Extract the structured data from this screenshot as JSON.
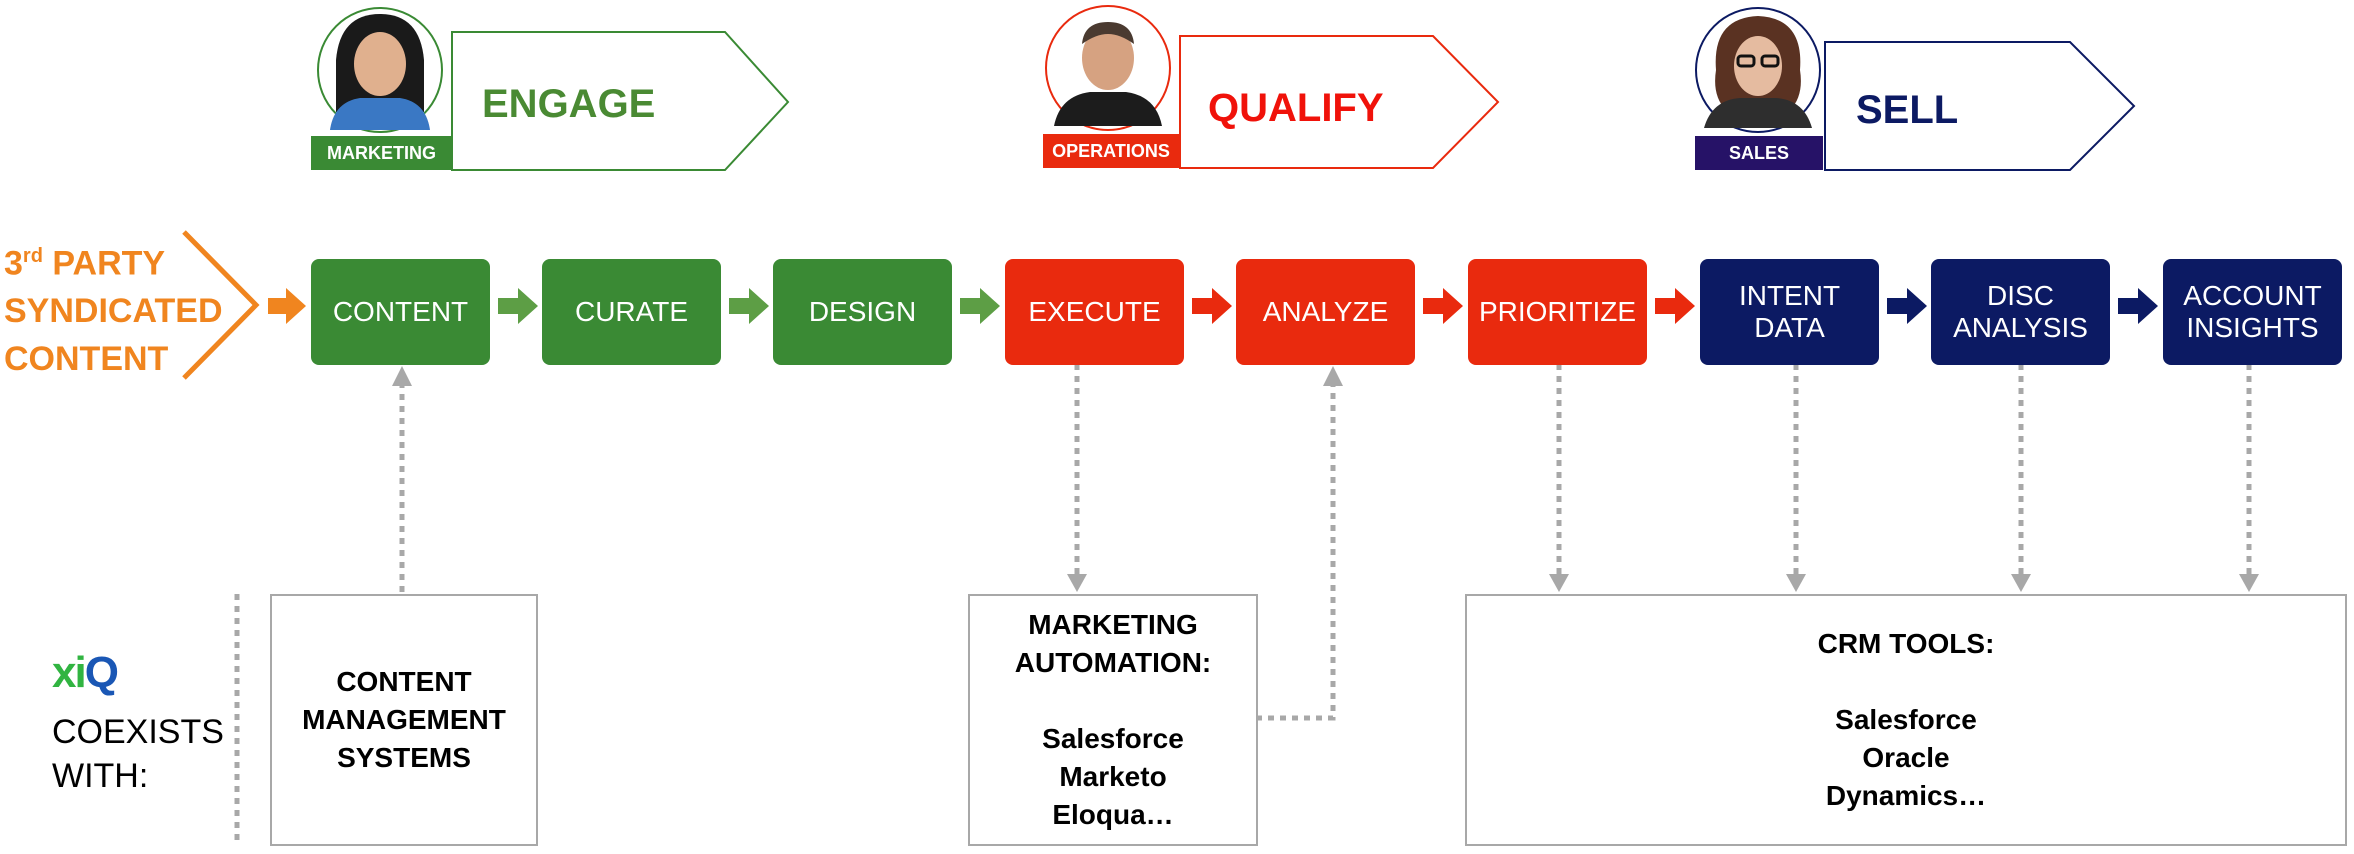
{
  "colors": {
    "engage": "#3a8a34",
    "qualify": "#e92a0e",
    "sell": "#0c1a63",
    "source": "#f0851f",
    "connector": "#a8a8a8"
  },
  "source": {
    "line1_prefix": "3",
    "line1_sup": "rd",
    "line1_suffix": " PARTY",
    "line2": "SYNDICATED",
    "line3": "CONTENT"
  },
  "stages": {
    "engage": {
      "title": "ENGAGE",
      "role": "MARKETING"
    },
    "qualify": {
      "title": "QUALIFY",
      "role": "OPERATIONS"
    },
    "sell": {
      "title": "SELL",
      "role": "SALES"
    }
  },
  "steps": [
    {
      "label": "CONTENT"
    },
    {
      "label": "CURATE"
    },
    {
      "label": "DESIGN"
    },
    {
      "label": "EXECUTE"
    },
    {
      "label": "ANALYZE"
    },
    {
      "label": "PRIORITIZE"
    },
    {
      "label": "INTENT\nDATA"
    },
    {
      "label": "DISC\nANALYSIS"
    },
    {
      "label": "ACCOUNT\nINSIGHTS"
    }
  ],
  "logo": {
    "x": "xi",
    "q": "Q"
  },
  "coexists": "COEXISTS\nWITH:",
  "tools": {
    "cms": "CONTENT\nMANAGEMENT\nSYSTEMS",
    "marketing_automation": "MARKETING\nAUTOMATION:\n\nSalesforce\nMarketo\nEloqua…",
    "crm": "CRM TOOLS:\n\nSalesforce\nOracle\nDynamics…"
  }
}
